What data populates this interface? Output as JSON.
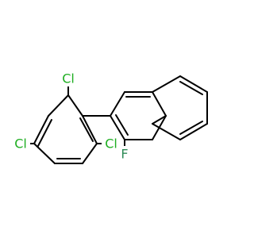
{
  "molecule": {
    "atoms": [
      {
        "label": "Cl",
        "color": "#1fae22"
      },
      {
        "label": "Cl",
        "color": "#1fae22"
      },
      {
        "label": "Cl",
        "color": "#1fae22"
      },
      {
        "label": "F",
        "color": "#2e8b57"
      }
    ]
  }
}
